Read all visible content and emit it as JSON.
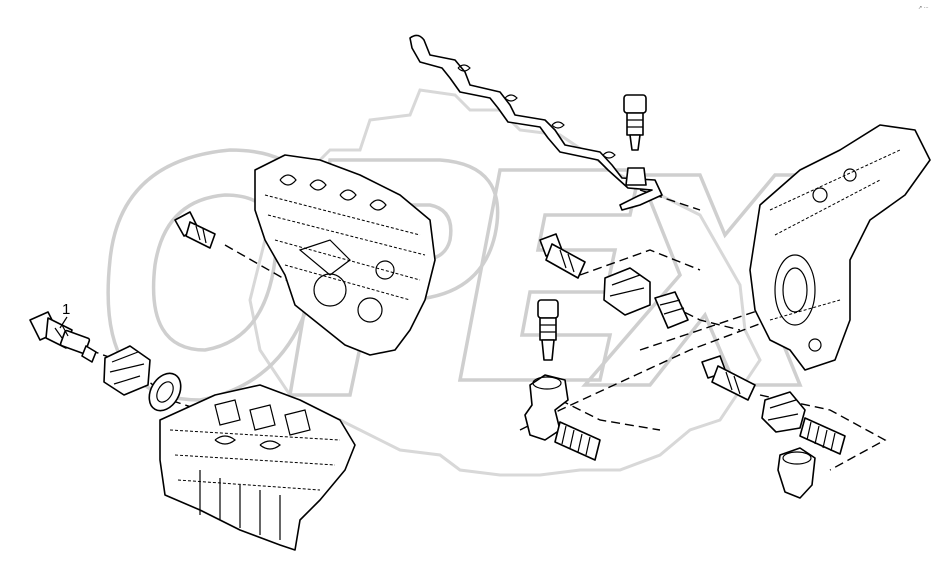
{
  "diagram": {
    "callouts": [
      {
        "number": "1",
        "part": "sensor-1"
      }
    ],
    "corner_mark": "↗ ···",
    "watermark_logo": "OPEX",
    "line_color": "#000000",
    "watermark_color": "#cfcfcf",
    "background_color": "#ffffff"
  }
}
